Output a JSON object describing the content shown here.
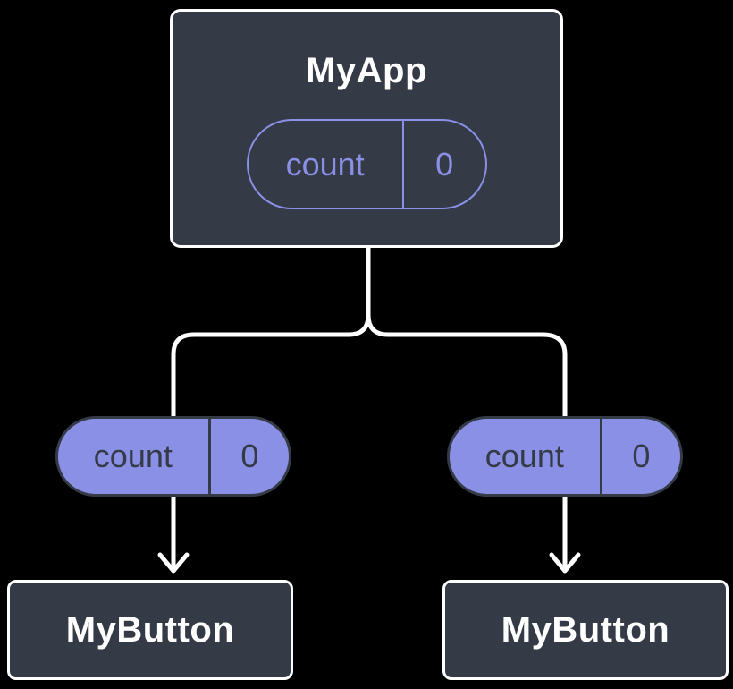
{
  "colors": {
    "background": "#000000",
    "node-fill": "#343a46",
    "node-border": "#ffffff",
    "accent": "#8a90e6",
    "pill-dark-text": "#343a46",
    "connector": "#ffffff",
    "title-text": "#ffffff"
  },
  "diagram": {
    "root": {
      "title": "MyApp",
      "state_pill": {
        "label": "count",
        "value": "0"
      }
    },
    "left_prop_pill": {
      "label": "count",
      "value": "0"
    },
    "right_prop_pill": {
      "label": "count",
      "value": "0"
    },
    "left_child": {
      "title": "MyButton"
    },
    "right_child": {
      "title": "MyButton"
    }
  }
}
